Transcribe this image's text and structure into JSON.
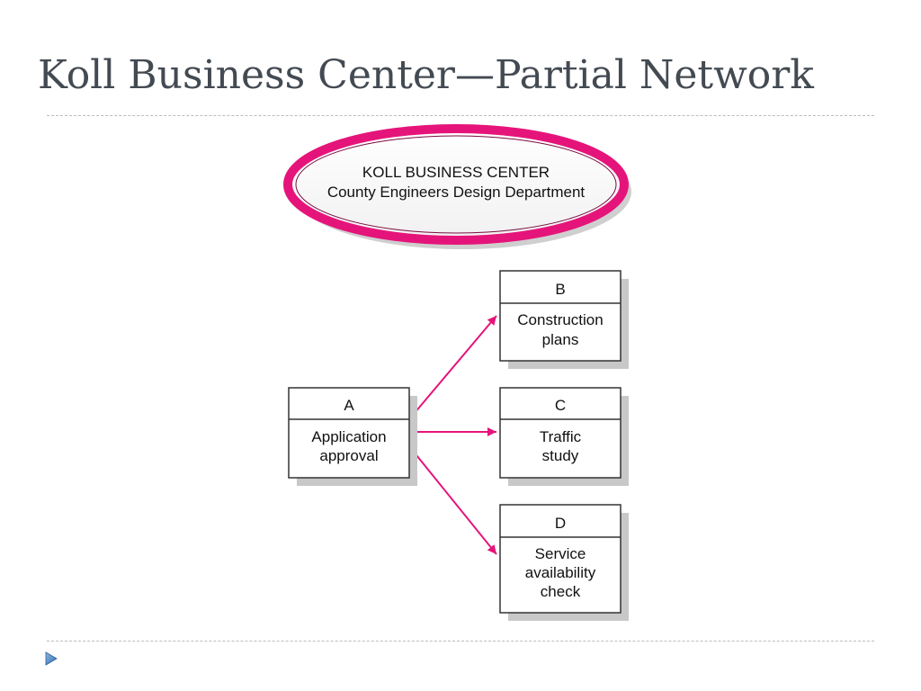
{
  "slide": {
    "title": "Koll Business Center—Partial Network"
  },
  "header_oval": {
    "line1": "KOLL BUSINESS CENTER",
    "line2": "County Engineers Design Department"
  },
  "nodes": [
    {
      "id": "A",
      "lines": [
        "Application",
        "approval"
      ]
    },
    {
      "id": "B",
      "lines": [
        "Construction",
        "plans"
      ]
    },
    {
      "id": "C",
      "lines": [
        "Traffic",
        "study"
      ]
    },
    {
      "id": "D",
      "lines": [
        "Service",
        "availability",
        "check"
      ]
    }
  ],
  "edges": [
    {
      "from": "A",
      "to": "B"
    },
    {
      "from": "A",
      "to": "C"
    },
    {
      "from": "A",
      "to": "D"
    }
  ],
  "colors": {
    "accent": "#e5147a",
    "title_text": "#434a52",
    "box_shadow": "#c8c8c8",
    "nav_arrow": "#2f6fb0"
  },
  "icons": {
    "nav": "play-triangle-icon"
  }
}
